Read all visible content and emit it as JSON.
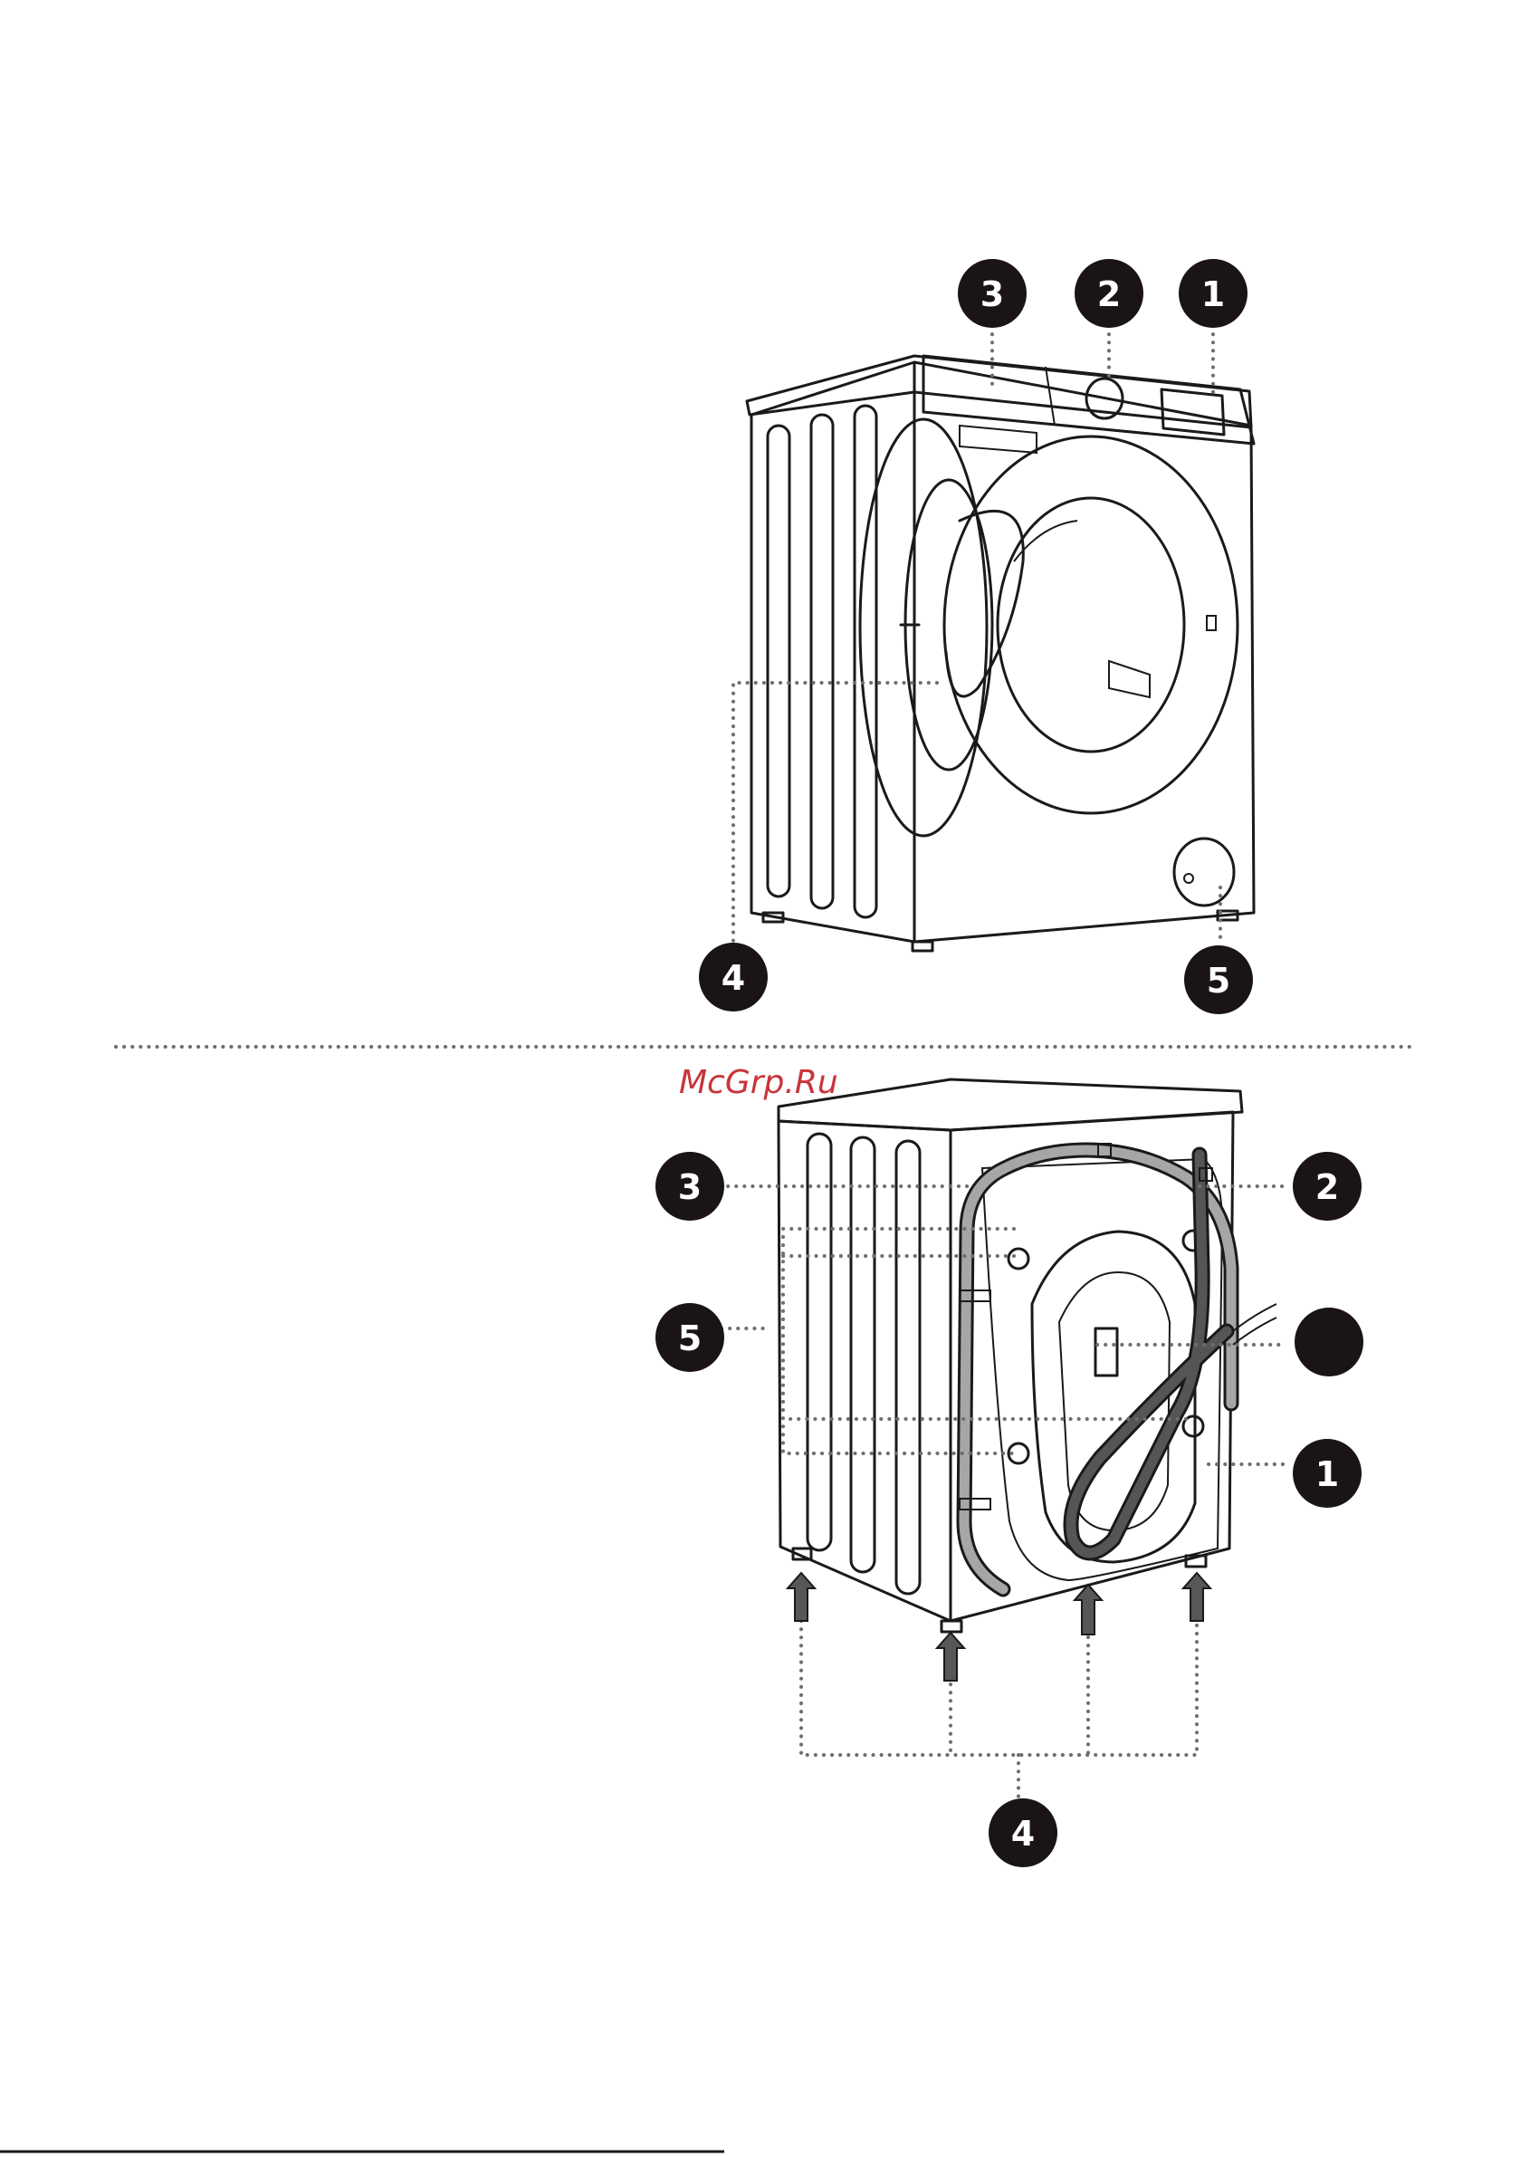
{
  "watermark": {
    "text": "McGrp.Ru",
    "color": "#c9343a"
  },
  "front_view": {
    "callouts": [
      {
        "id": "1",
        "label": "1"
      },
      {
        "id": "2",
        "label": "2"
      },
      {
        "id": "3",
        "label": "3"
      },
      {
        "id": "4",
        "label": "4"
      },
      {
        "id": "5",
        "label": "5"
      }
    ]
  },
  "rear_view": {
    "callouts": [
      {
        "id": "1",
        "label": "1"
      },
      {
        "id": "2",
        "label": "2"
      },
      {
        "id": "3",
        "label": "3"
      },
      {
        "id": "4",
        "label": "4"
      },
      {
        "id": "5",
        "label": "5"
      },
      {
        "id": "blank",
        "label": ""
      }
    ]
  },
  "colors": {
    "callout_fill": "#1a1414",
    "leader_dots": "#6e6e6e",
    "hose_grey": "#a6a6a6",
    "hose_dark": "#555555"
  }
}
